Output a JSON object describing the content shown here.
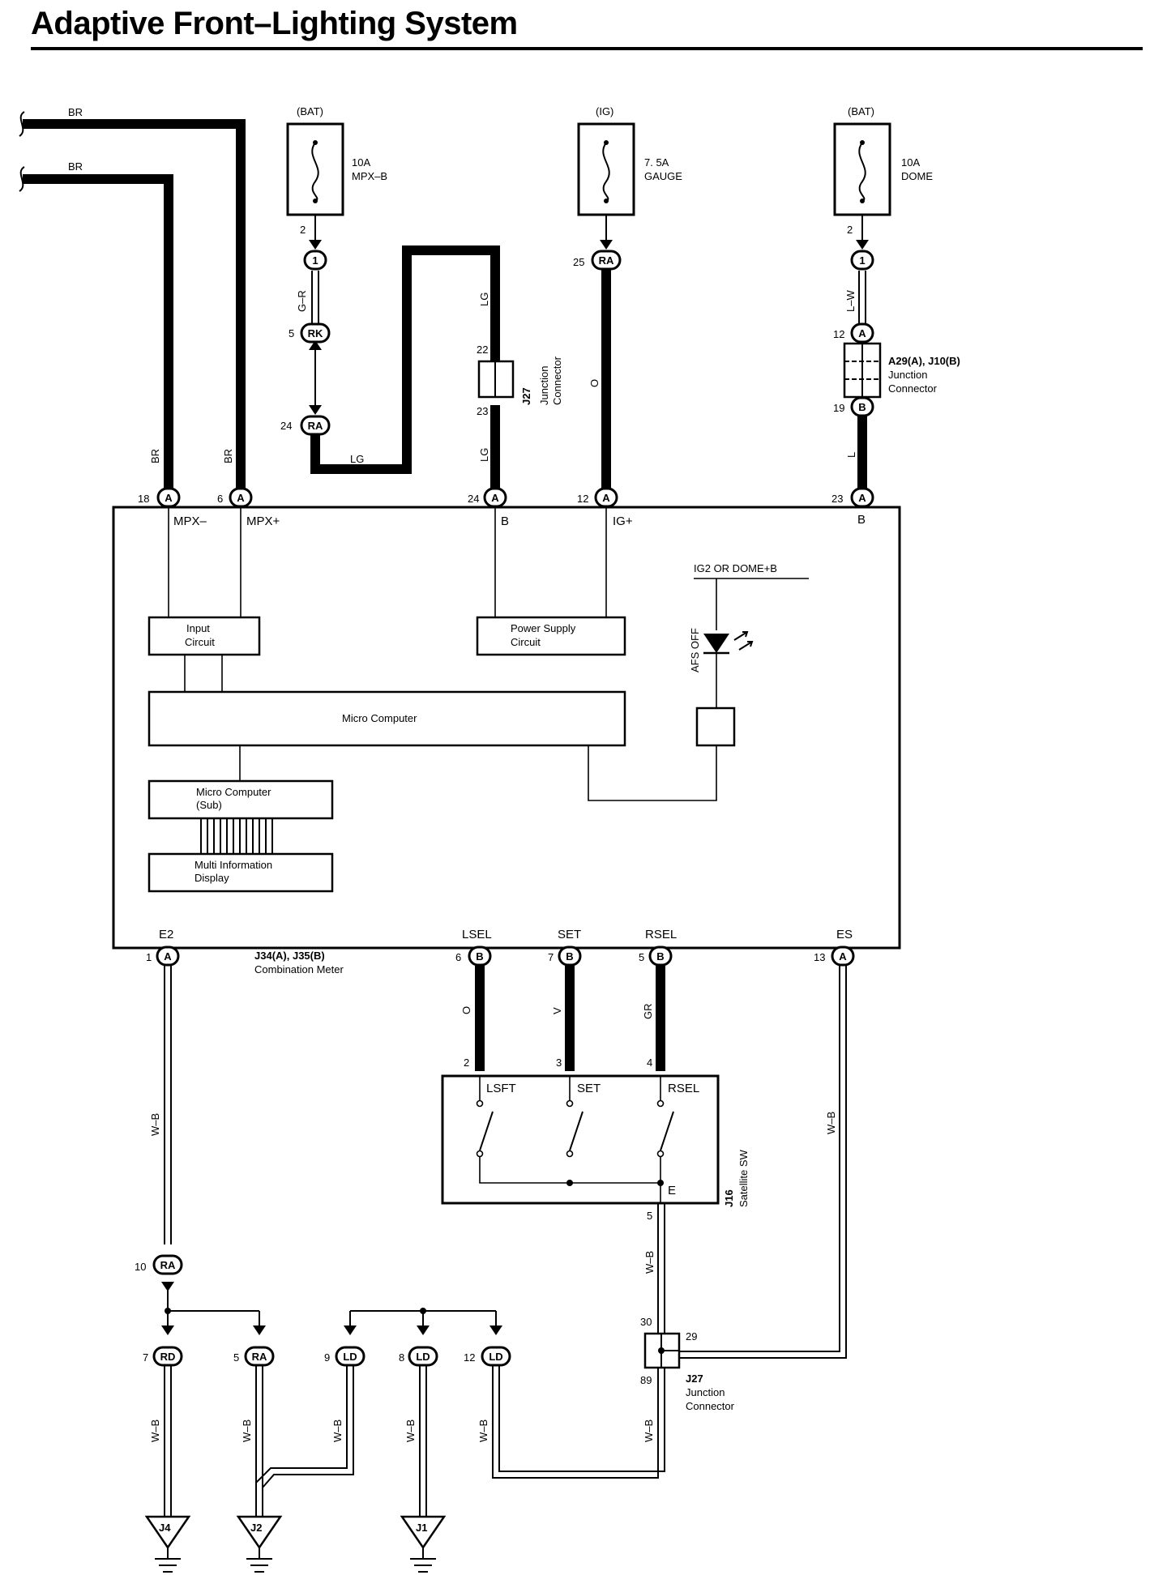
{
  "title": "Adaptive Front–Lighting System",
  "sources": [
    {
      "supply": "(BAT)",
      "amp": "10A",
      "name": "MPX–B",
      "pin": "2"
    },
    {
      "supply": "(IG)",
      "amp": "7. 5A",
      "name": "GAUGE",
      "pin": "25"
    },
    {
      "supply": "(BAT)",
      "amp": "10A",
      "name": "DOME",
      "pin": "2"
    }
  ],
  "wire_colors": {
    "br": "BR",
    "gr_r": "G–R",
    "lg": "LG",
    "o": "O",
    "l_w": "L–W",
    "l": "L",
    "v": "V",
    "gr": "GR",
    "w_b": "W–B"
  },
  "connectors": {
    "c1": "1",
    "rk": "RK",
    "ra": "RA",
    "a": "A",
    "b": "B",
    "rd": "RD",
    "ld": "LD"
  },
  "pins": {
    "p5": "5",
    "p24": "24",
    "p22": "22",
    "p23": "23",
    "p25": "25",
    "p12": "12",
    "p19": "19",
    "p18": "18",
    "p6": "6",
    "p23b": "23",
    "p1": "1",
    "p6b": "6",
    "p7": "7",
    "p5b": "5",
    "p13": "13",
    "p2": "2",
    "p3": "3",
    "p4": "4",
    "p5c": "5",
    "p10": "10",
    "p7b": "7",
    "p5d": "5",
    "p9": "9",
    "p8": "8",
    "p12b": "12",
    "p30": "30",
    "p29": "29",
    "p89": "89",
    "p2b": "2"
  },
  "j27_top": {
    "id": "J27",
    "name": "Junction\nConnector"
  },
  "a29": {
    "id": "A29(A), J10(B)",
    "l1": "Junction",
    "l2": "Connector"
  },
  "meter": {
    "terms_top": {
      "mpx_minus": "MPX–",
      "mpx_plus": "MPX+",
      "b": "B",
      "ig_plus": "IG+",
      "b2": "B"
    },
    "input": "Input\nCircuit",
    "power": "Power Supply\nCircuit",
    "ig2": "IG2 OR DOME+B",
    "afs": "AFS OFF",
    "micro": "Micro Computer",
    "micro_sub": "Micro Computer\n(Sub)",
    "mid": "Multi Information\nDisplay",
    "terms_bottom": {
      "e2": "E2",
      "lsel": "LSEL",
      "set": "SET",
      "rsel": "RSEL",
      "es": "ES"
    },
    "id": "J34(A), J35(B)",
    "name": "Combination Meter"
  },
  "satellite": {
    "lsft": "LSFT",
    "set": "SET",
    "rsel": "RSEL",
    "e": "E",
    "id": "J16",
    "name": "Satellite SW"
  },
  "j27_bottom": {
    "id": "J27",
    "l1": "Junction",
    "l2": "Connector"
  },
  "grounds": [
    "J4",
    "J2",
    "J1"
  ]
}
